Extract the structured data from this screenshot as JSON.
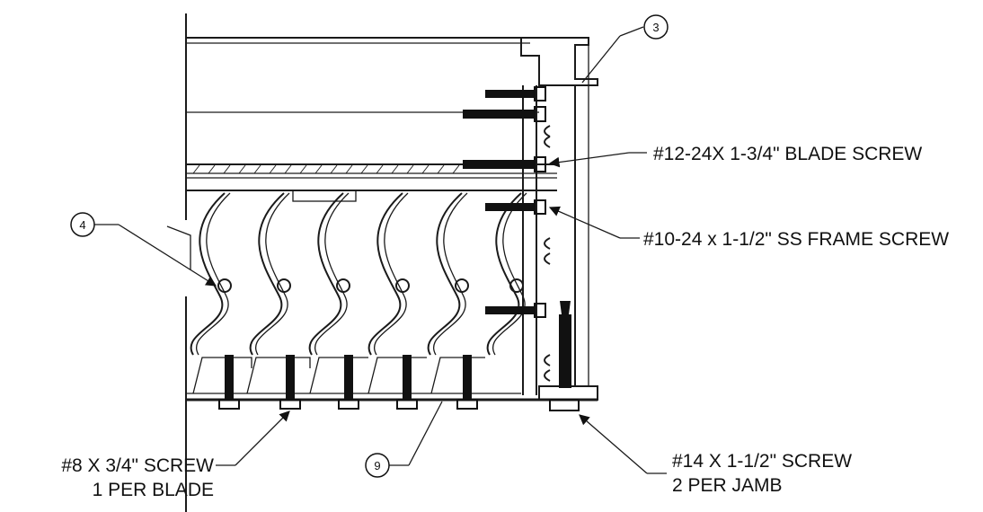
{
  "balloons": [
    {
      "id": "b3",
      "number": "3"
    },
    {
      "id": "b4",
      "number": "4"
    },
    {
      "id": "b9",
      "number": "9"
    }
  ],
  "labels": {
    "blade_screw": "#12-24X 1-3/4\" BLADE SCREW",
    "frame_screw": "#10-24 x 1-1/2\" SS FRAME SCREW",
    "blade_screw_small_line1": "#8 X 3/4\" SCREW",
    "blade_screw_small_line2": "1 PER BLADE",
    "jamb_screw_line1": "#14 X 1-1/2\" SCREW",
    "jamb_screw_line2": "2 PER JAMB"
  }
}
